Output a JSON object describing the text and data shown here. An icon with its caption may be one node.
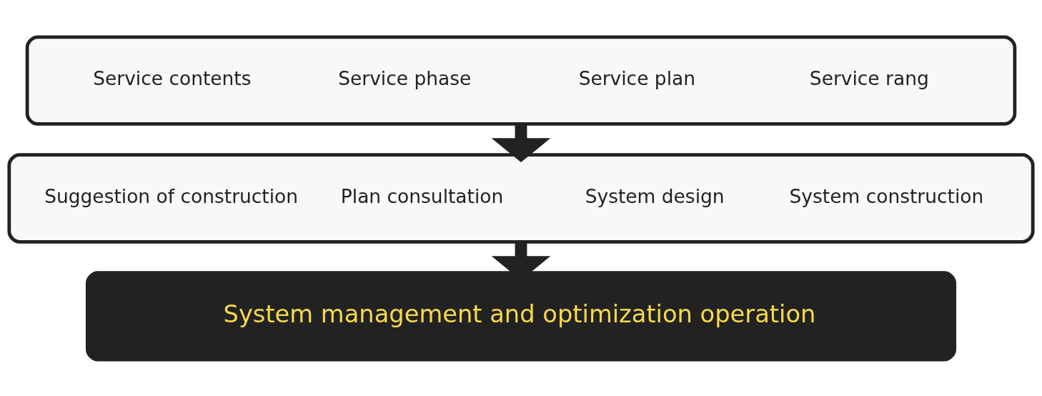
{
  "diagram": {
    "nodes": [
      {
        "text": [
          "Service contents",
          "Service phase",
          "Service plan",
          "Service rang"
        ]
      },
      {
        "text": [
          "Suggestion of construction",
          "Plan consultation",
          "System design",
          "System construction"
        ]
      },
      {
        "text": [
          "System management and optimization operation"
        ]
      }
    ],
    "edges": [
      {
        "from": 0,
        "to": 1,
        "arrow": "to"
      },
      {
        "from": 1,
        "to": 2,
        "arrow": "to"
      }
    ]
  }
}
